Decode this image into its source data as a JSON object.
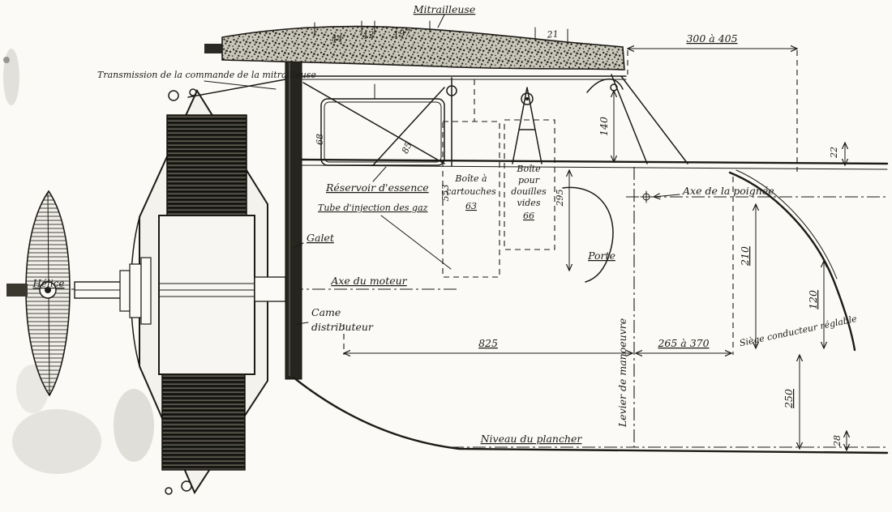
{
  "figure": {
    "type": "technical-drawing",
    "subject": "Installation d'une mitrailleuse sur fuselage: hélice, moteur rotatif, réservoir, siège",
    "ink_color": "#1c1b16",
    "paper_color": "#fbfaf6"
  },
  "labels": {
    "mitrailleuse": "Mitrailleuse",
    "transmission": "Transmission de la commande de la mitrailleuse",
    "helice": "Hélice",
    "galet": "Galet",
    "axe_moteur": "Axe du moteur",
    "came_1": "Came",
    "came_2": "distributeur",
    "reservoir": "Réservoir d'essence",
    "tube_injection": "Tube d'injection des gaz",
    "boite_cart_1": "Boîte à",
    "boite_cart_2": "cartouches",
    "boite_cart_3": "63",
    "boite_douilles_1": "Boîte",
    "boite_douilles_2": "pour",
    "boite_douilles_3": "douilles",
    "boite_douilles_4": "vides",
    "boite_douilles_5": "66",
    "porte": "Porte",
    "axe_poignee": "Axe de la poignée",
    "levier": "Levier de manoeuvre",
    "siege": "Siège conducteur réglable",
    "niveau_plancher": "Niveau du plancher"
  },
  "dimensions": {
    "gun_seg_1": "44",
    "gun_seg_2": "12",
    "gun_seg_3": "197",
    "gun_seg_4": "21",
    "strut_68": "68",
    "strut_85": "85",
    "h_553": "553",
    "h_295": "295",
    "h_140": "140",
    "top_span": "300 à 405",
    "edge_22": "22",
    "floor_825": "825",
    "floor_265_370": "265 à 370",
    "seat_210": "210",
    "seat_120": "120",
    "below_250": "250",
    "floor_28": "28"
  }
}
